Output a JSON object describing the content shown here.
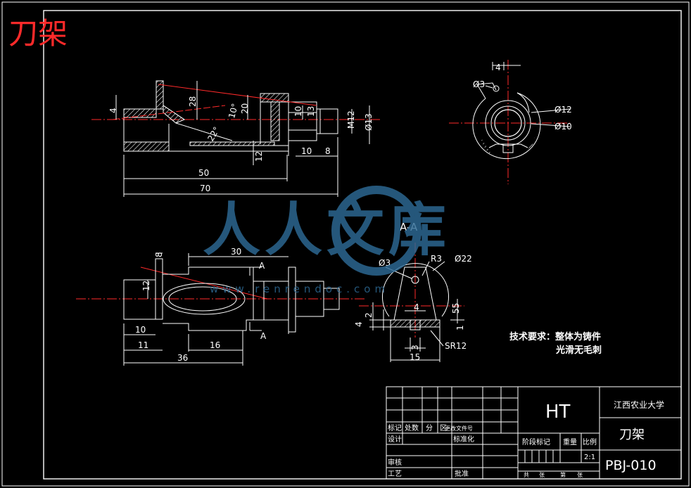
{
  "title": "刀架",
  "colors": {
    "background": "#000000",
    "line": "#ffffff",
    "title": "#ff2a2a",
    "centerline": "#ff2a2a",
    "hatch": "#ffffff",
    "watermark": "#2e6b96"
  },
  "views": {
    "front": {
      "dims": [
        "4",
        "28",
        "20",
        "10°",
        "10",
        "13",
        "M12",
        "Ø13",
        "22°",
        "10",
        "8",
        "12",
        "50",
        "70"
      ]
    },
    "side": {
      "dims": [
        "4",
        "Ø3",
        "Ø12",
        "Ø10"
      ]
    },
    "top": {
      "dims": [
        "30",
        "8",
        "12",
        "10",
        "11",
        "16",
        "36"
      ],
      "section_marks": [
        "A",
        "A"
      ]
    },
    "section": {
      "label": "A-A",
      "dims": [
        "Ø3",
        "R3",
        "Ø22",
        "4",
        "55",
        "2",
        "4",
        "1",
        "SR12",
        "3",
        "15"
      ]
    }
  },
  "tech_req": {
    "line1": "技术要求：整体为铸件",
    "line2": "光滑无毛刺"
  },
  "watermark": {
    "cn": "人人文库",
    "url": "www.renrendoc.com"
  },
  "titleblock": {
    "material": "HT",
    "school": "江西农业大学",
    "part_name": "刀架",
    "code": "PBJ-010",
    "row_labels": {
      "biaoji": "标记",
      "chushu": "处数",
      "fen": "分",
      "qu": "区",
      "wenjian": "更改文件号",
      "sheji": "设计",
      "biaozhunhua": "标准化",
      "shenhe": "审核",
      "gongyi": "工艺",
      "pizhun": "批准"
    },
    "stage_label": "阶段标记",
    "weight_label": "重量",
    "scale_label": "比例",
    "scale_value": "2:1",
    "sheet_total": "共",
    "sheet_word": "张",
    "sheet_no": "第",
    "sheet_word2": "张"
  }
}
